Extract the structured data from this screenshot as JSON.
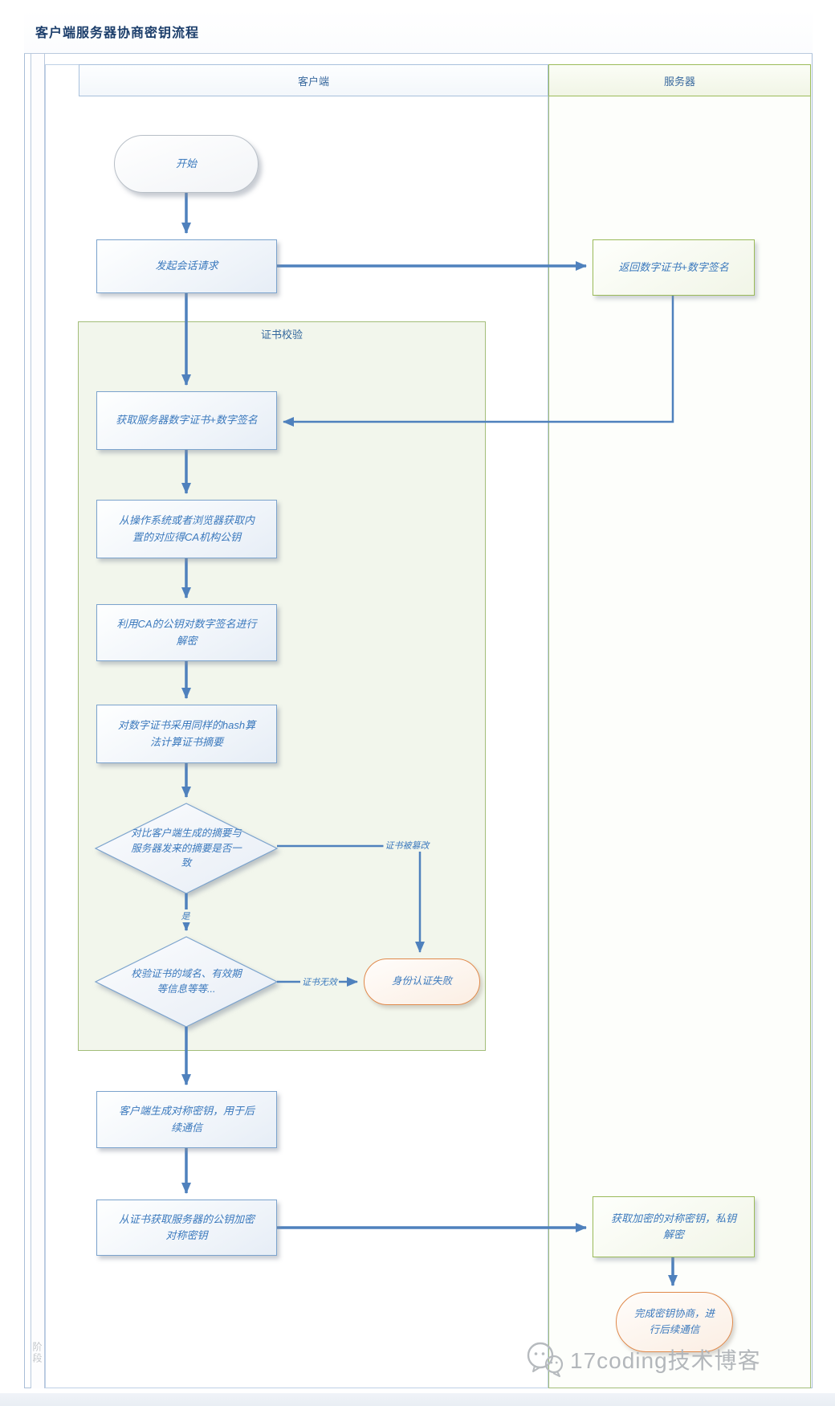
{
  "title": "客户端服务器协商密钥流程",
  "lanes": {
    "client": "客户端",
    "server": "服务器",
    "phase": "阶段"
  },
  "group": {
    "label": "证书校验"
  },
  "nodes": {
    "start": "开始",
    "send_request": "发起会话请求",
    "return_cert": "返回数字证书+数字签名",
    "get_cert": "获取服务器数字证书+数字签名",
    "get_ca_key": "从操作系统或者浏览器获取内\n置的对应得CA机构公钥",
    "decrypt_sig": "利用CA的公钥对数字签名进行\n解密",
    "hash_cert": "对数字证书采用同样的hash算\n法计算证书摘要",
    "compare_digest": "对比客户端生成的摘要与\n服务器发来的摘要是否一\n致",
    "verify_fields": "校验证书的域名、有效期\n等信息等等...",
    "auth_fail": "身份认证失败",
    "gen_sym_key": "客户端生成对称密钥，用于后\n续通信",
    "encrypt_key": "从证书获取服务器的公钥加密\n对称密钥",
    "server_decrypt": "获取加密的对称密钥，私钥\n解密",
    "done": "完成密钥协商，进\n行后续通信"
  },
  "edge_labels": {
    "yes": "是",
    "tampered": "证书被篡改",
    "invalid": "证书无效"
  },
  "watermark": "17coding技术博客",
  "colors": {
    "flow_blue": "#4f81bd",
    "box_border_blue": "#7ba3cd",
    "text_blue": "#3b79bd",
    "green": "#9bbb59",
    "orange": "#e0894b",
    "title_navy": "#1c3e6b"
  }
}
